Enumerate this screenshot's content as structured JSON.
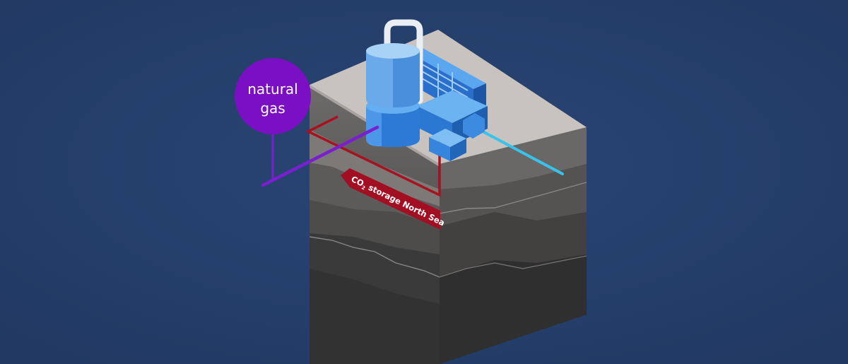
{
  "bubble": {
    "line1": "natural",
    "line2": "gas",
    "color": "#7b0fc4"
  },
  "banner": {
    "prefix": "CO",
    "subscript": "2",
    "text": " storage North Sea",
    "color": "#a30f22"
  },
  "colors": {
    "background": "#253f6b",
    "pipeline_gas": "#7a1fcf",
    "pipeline_co2": "#a8121f",
    "power_cable": "#39c3ea",
    "plant_blue": "#2f7fd8",
    "ground_top": "#c9c3c0"
  },
  "icons": {
    "plant": "gas-power-plant-icon",
    "storage": "co2-storage-reservoir-icon"
  }
}
